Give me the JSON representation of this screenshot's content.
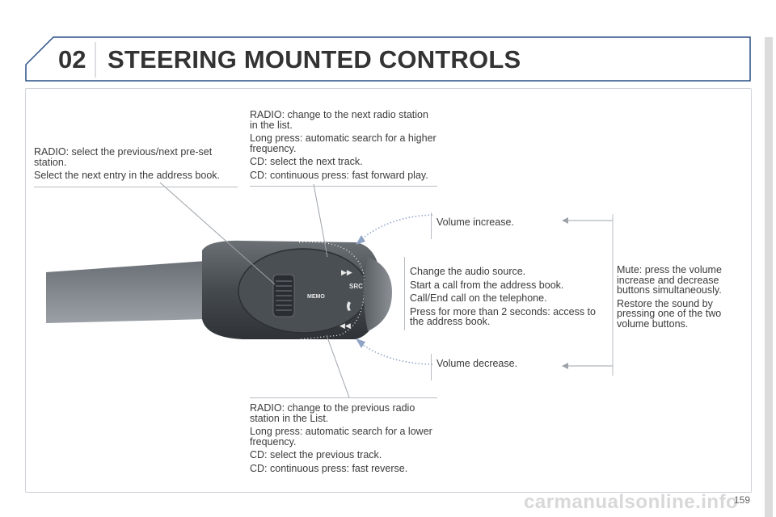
{
  "header": {
    "chapter": "02",
    "title": "STEERING MOUNTED CONTROLS"
  },
  "callouts": {
    "preset": [
      "RADIO: select the previous/next pre-set station.",
      "Select the next entry in the address book."
    ],
    "next": [
      "RADIO: change to the next radio station in the list.",
      "Long press: automatic search for a higher frequency.",
      "CD: select the next track.",
      "CD: continuous press: fast forward play."
    ],
    "volume_up": "Volume increase.",
    "source": [
      "Change the audio source.",
      "Start a call from the address book.",
      "Call/End call on the telephone.",
      "Press for more than 2 seconds: access to the address book."
    ],
    "mute": [
      "Mute: press the volume increase and decrease buttons simultaneously.",
      "Restore the sound by pressing one of the two volume buttons."
    ],
    "volume_down": "Volume decrease.",
    "previous": [
      "RADIO: change to the previous radio station in the List.",
      "Long press: automatic search for a lower frequency.",
      "CD: select the previous track.",
      "CD: continuous press: fast reverse."
    ]
  },
  "stalk_labels": {
    "memo": "MEMO",
    "src": "SRC",
    "next_symbol": "▶▶",
    "prev_symbol": "◀◀"
  },
  "page_number": "159",
  "watermark": "carmanualsonline.info",
  "colors": {
    "accent_blue": "#2a4f86",
    "stalk_dark": "#3f4347",
    "stalk_light": "#8a8f94"
  }
}
